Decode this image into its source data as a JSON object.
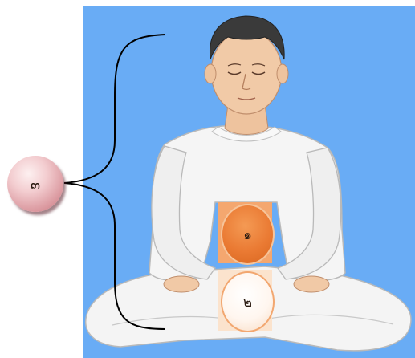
{
  "markers": {
    "m1": "๑",
    "m2": "๒",
    "m3": "๓"
  },
  "colors": {
    "background_panel": "#69acf5",
    "marker_1": "#ea7a33",
    "marker_2": "#fff6ef",
    "marker_3": "#e9b8bd",
    "bracket": "#000000"
  }
}
